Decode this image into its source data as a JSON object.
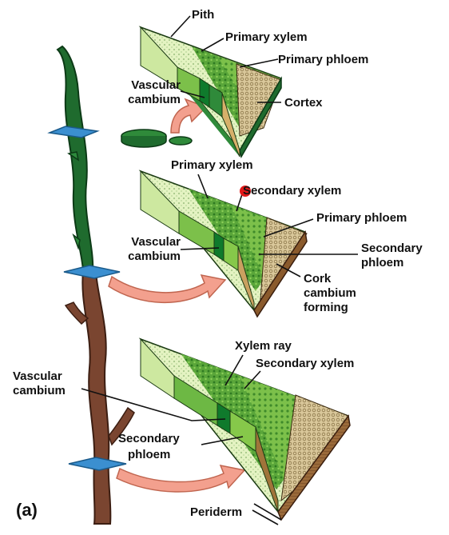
{
  "figure_label": "(a)",
  "section1": {
    "pith": "Pith",
    "primary_xylem": "Primary xylem",
    "primary_phloem": "Primary phloem",
    "vascular_cambium_1": "Vascular",
    "vascular_cambium_2": "cambium",
    "cortex": "Cortex"
  },
  "section2": {
    "primary_xylem": "Primary xylem",
    "secondary_xylem": "Secondary xylem",
    "primary_phloem": "Primary phloem",
    "vascular_cambium_1": "Vascular",
    "vascular_cambium_2": "cambium",
    "secondary_phloem_1": "Secondary",
    "secondary_phloem_2": "phloem",
    "cork_cambium_1": "Cork",
    "cork_cambium_2": "cambium",
    "cork_cambium_3": "forming"
  },
  "section3": {
    "xylem_ray": "Xylem ray",
    "secondary_xylem": "Secondary xylem",
    "vascular_cambium_1": "Vascular",
    "vascular_cambium_2": "cambium",
    "secondary_phloem_1": "Secondary",
    "secondary_phloem_2": "phloem",
    "periderm": "Periderm"
  },
  "colors": {
    "young_stem": "#1f6b2e",
    "woody_stem": "#7a4530",
    "cut_plane": "#3b8fd0",
    "arrow": "#f3a08e",
    "pith": "#dff0b8",
    "xylem": "#5fae3c",
    "cambium": "#0f7a2c",
    "phloem": "#86c84a",
    "cortex": "#c9b07a",
    "periderm": "#8a5a2c",
    "marker": "#e01818"
  }
}
